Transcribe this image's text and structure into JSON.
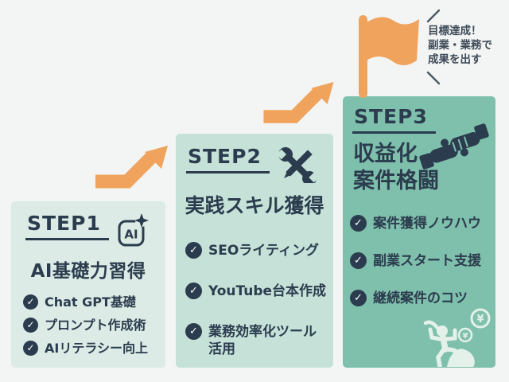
{
  "colors": {
    "background": "#f3f5f4",
    "navy": "#2b3c4e",
    "orange": "#f0a35c",
    "step1_fill": "#dcebe5",
    "step2_fill": "#c6e2d8",
    "step3_fill": "#7fc0ac",
    "callout_text": "#3e4a57",
    "light_art": "#e3f1ea"
  },
  "goal_callout": {
    "lines": [
      "目標達成！",
      "副業・業務で",
      "成果を出す"
    ]
  },
  "steps": [
    {
      "label": "STEP1",
      "title_lines": [
        "AI基礎力習得"
      ],
      "icon": "ai-sparkle-badge",
      "icon_text": "AI",
      "items": [
        "Chat GPT基礎",
        "プロンプト作成術",
        "AIリテラシー向上"
      ]
    },
    {
      "label": "STEP2",
      "title_lines": [
        "実践スキル獲得"
      ],
      "icon": "wrench-pencil",
      "items": [
        "SEOライティング",
        "YouTube台本作成",
        "業務効率化ツール活用"
      ]
    },
    {
      "label": "STEP3",
      "title_lines": [
        "収益化",
        "案件格闘"
      ],
      "icon": "handshake",
      "items": [
        "案件獲得ノウハウ",
        "副業スタート支援",
        "継続案件のコツ"
      ]
    }
  ],
  "decorations": {
    "check_glyph": "✓",
    "coin_symbol": "¥"
  }
}
